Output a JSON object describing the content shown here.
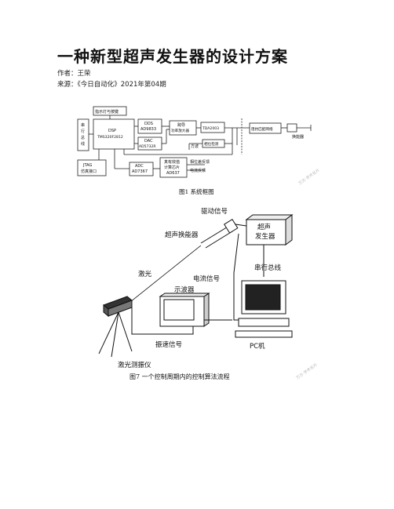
{
  "doc": {
    "title": "一种新型超声发生器的设计方案",
    "author_line": "作者：王荣",
    "source_line": "来源：《今日自动化》2021年第04期"
  },
  "figure1": {
    "caption": "图1  系统框图",
    "labels": {
      "indicator": "指示灯与按键",
      "serial1": "串",
      "serial2": "行",
      "serial3": "总",
      "serial4": "线",
      "dsp1": "DSP",
      "dsp2": "TMS320F2812",
      "dds1": "DDS",
      "dds2": "AD9833",
      "dac1": "DAC",
      "dac2": "AD5732R",
      "amp1": "跨导",
      "amp2": "功率放大器",
      "tda": "TDA2003",
      "match": "阻抗匹配网络",
      "transducer": "换能器",
      "jtag1": "JTAG",
      "jtag2": "仿真接口",
      "adc1": "ADC",
      "adc2": "AD7367",
      "rms1": "真有效值",
      "rms2": "计算芯片",
      "rms3": "AD637",
      "square": "方波",
      "phase_det": "相位检测",
      "phase_fb": "相位差反馈",
      "current_fb": "电流反馈"
    }
  },
  "figure2": {
    "caption": "图7  一个控制周期内的控制算法流程",
    "labels": {
      "drive_signal": "驱动信号",
      "gen_line1": "超声",
      "gen_line2": "发生器",
      "transducer": "超声换能器",
      "laser": "激光",
      "current_signal": "电流信号",
      "serial_bus": "串行总线",
      "oscilloscope": "示波器",
      "vibration_signal": "振速信号",
      "pc": "PC机",
      "vibrometer": "激光测振仪"
    }
  },
  "watermark": {
    "text1": "万方·学术名片",
    "text2": "万方·学术名片"
  }
}
